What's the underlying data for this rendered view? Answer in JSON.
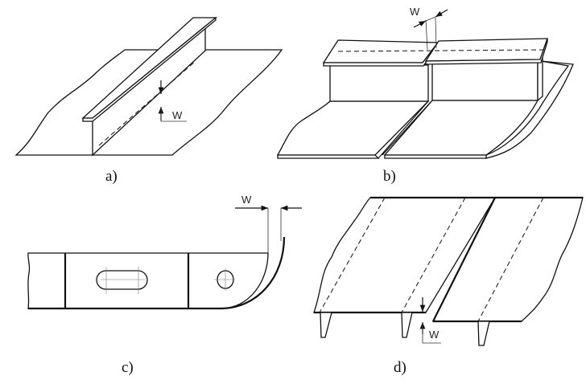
{
  "panels": [
    {
      "caption": "a)",
      "dimension_label": "W"
    },
    {
      "caption": "b)",
      "dimension_label": "W"
    },
    {
      "caption": "c)",
      "dimension_label": "W"
    },
    {
      "caption": "d)",
      "dimension_label": "W"
    }
  ]
}
